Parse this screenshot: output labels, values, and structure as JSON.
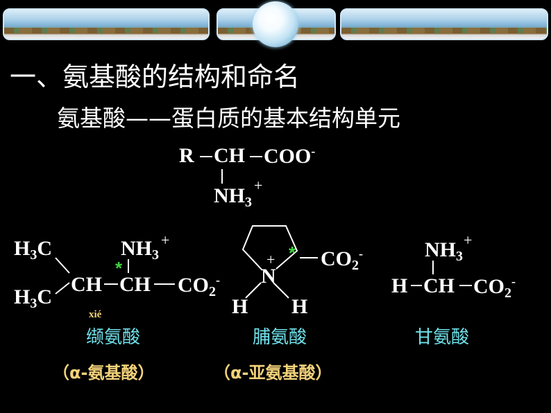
{
  "title": "一、氨基酸的结构和命名",
  "subtitle": "氨基酸——蛋白质的基本结构单元",
  "general": {
    "r": "R",
    "ch": "CH",
    "coo": "COO",
    "minus": "-",
    "nh": "NH",
    "three": "3",
    "plus": "+"
  },
  "valine": {
    "h3c_top_h": "H",
    "h3c_top_3": "3",
    "h3c_top_c": "C",
    "h3c_bot_h": "H",
    "h3c_bot_3": "3",
    "h3c_bot_c": "C",
    "ch1": "CH",
    "ch2": "CH",
    "nh": "NH",
    "three": "3",
    "plus": "+",
    "co": "CO",
    "two": "2",
    "minus": "-",
    "star": "*",
    "pinyin": "xié",
    "name": "缬氨酸",
    "note": "（α-氨基酸）"
  },
  "proline": {
    "n": "N",
    "plus": "+",
    "h1": "H",
    "h2": "H",
    "co": "CO",
    "two": "2",
    "minus": "-",
    "star": "*",
    "name": "脯氨酸",
    "note": "（α-亚氨基酸）"
  },
  "glycine": {
    "nh": "NH",
    "three": "3",
    "plus": "+",
    "h": "H",
    "ch": "CH",
    "co": "CO",
    "two": "2",
    "minus": "-",
    "name": "甘氨酸"
  }
}
